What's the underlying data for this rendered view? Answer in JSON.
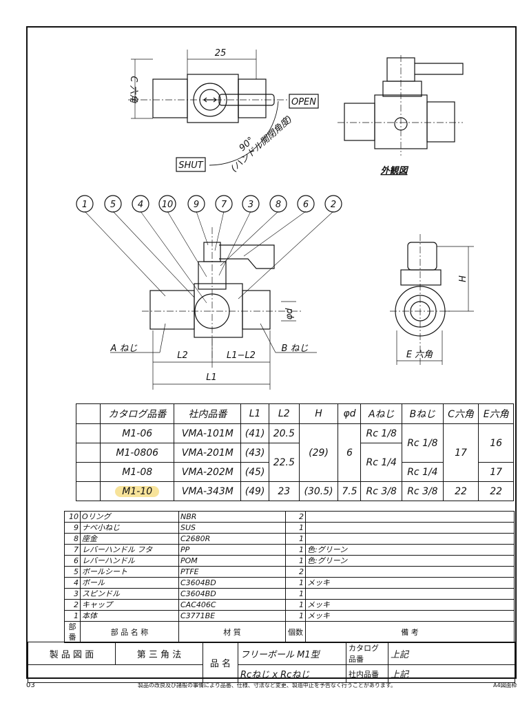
{
  "top_view": {
    "dim_25": "25",
    "c_hex": "C 六角",
    "open": "OPEN",
    "shut": "SHUT",
    "angle": "90°",
    "angle_note": "(ハンドル開閉角度)"
  },
  "external_view": {
    "caption": "外観図"
  },
  "balloons": [
    "1",
    "5",
    "4",
    "10",
    "9",
    "7",
    "3",
    "8",
    "6",
    "2"
  ],
  "section_view": {
    "a_thread": "A ねじ",
    "b_thread": "B ねじ",
    "l2": "L2",
    "l1_l2": "L1−L2",
    "l1": "L1",
    "phi_d": "φd",
    "h": "H",
    "e_hex": "E 六角"
  },
  "spec_table": {
    "headers": [
      "カタログ品番",
      "社内品番",
      "L1",
      "L2",
      "H",
      "φd",
      "Aねじ",
      "Bねじ",
      "C六角",
      "E六角"
    ],
    "rows": [
      {
        "catalog": "M1-06",
        "internal": "VMA-101M",
        "l1": "(41)",
        "l2": "20.5",
        "h": "(29)",
        "d": "6",
        "a": "Rc 1/8",
        "b": "Rc 1/8",
        "c": "17",
        "e": "16"
      },
      {
        "catalog": "M1-0806",
        "internal": "VMA-201M",
        "l1": "(43)",
        "l2": "22.5",
        "a": "Rc 1/4"
      },
      {
        "catalog": "M1-08",
        "internal": "VMA-202M",
        "l1": "(45)",
        "b": "Rc 1/4",
        "e": "17"
      },
      {
        "catalog": "M1-10",
        "internal": "VMA-343M",
        "l1": "(49)",
        "l2": "23",
        "h": "(30.5)",
        "d": "7.5",
        "a": "Rc 3/8",
        "b": "Rc 3/8",
        "c": "22",
        "e": "22"
      }
    ]
  },
  "parts_table": {
    "rows": [
      {
        "no": "10",
        "name": "Oリング",
        "material": "NBR",
        "qty": "2",
        "note": ""
      },
      {
        "no": "9",
        "name": "ナベ小ねじ",
        "material": "SUS",
        "qty": "1",
        "note": ""
      },
      {
        "no": "8",
        "name": "座金",
        "material": "C2680R",
        "qty": "1",
        "note": ""
      },
      {
        "no": "7",
        "name": "レバーハンドル フタ",
        "material": "PP",
        "qty": "1",
        "note": "色:グリーン"
      },
      {
        "no": "6",
        "name": "レバーハンドル",
        "material": "POM",
        "qty": "1",
        "note": "色:グリーン"
      },
      {
        "no": "5",
        "name": "ボールシート",
        "material": "PTFE",
        "qty": "2",
        "note": ""
      },
      {
        "no": "4",
        "name": "ボール",
        "material": "C3604BD",
        "qty": "1",
        "note": "メッキ"
      },
      {
        "no": "3",
        "name": "スピンドル",
        "material": "C3604BD",
        "qty": "1",
        "note": ""
      },
      {
        "no": "2",
        "name": "キャップ",
        "material": "CAC406C",
        "qty": "1",
        "note": "メッキ"
      },
      {
        "no": "1",
        "name": "本体",
        "material": "C3771BE",
        "qty": "1",
        "note": "メッキ"
      }
    ],
    "header": {
      "no": "部番",
      "name": "部 品 名 称",
      "material": "材 質",
      "qty": "個数",
      "note": "備 考"
    }
  },
  "title_block": {
    "drawing": "製 品 図 面",
    "projection": "第 三 角 法",
    "product_name_label": "品 名",
    "product_name": "フリーボール M1型",
    "thread": "Rcねじ x Rcねじ",
    "catalog_label": "カタログ品番",
    "catalog_value": "上記",
    "internal_label": "社内品番",
    "internal_value": "上記"
  },
  "footer": {
    "page": "03",
    "notice": "製品の改良及び諸般の事情により品番、仕様、寸法など変更、製造中止を予告なく行うことがあります。",
    "size": "A4図面枠"
  }
}
